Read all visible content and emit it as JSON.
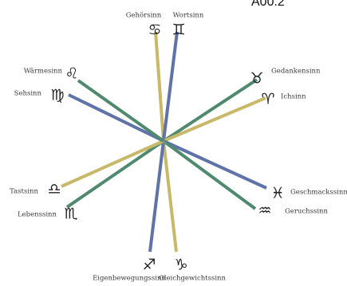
{
  "page_ref": "A00.2",
  "colors": {
    "green": "#4f8a6f",
    "blue": "#5f73a8",
    "olive": "#c8b96a"
  },
  "senses": [
    {
      "key": "gehoersinn",
      "label": "Gehörsinn",
      "sign": "♋",
      "sign_icon": "cancer-icon",
      "color": "olive"
    },
    {
      "key": "wortsinn",
      "label": "Wortsinn",
      "sign": "♊",
      "sign_icon": "gemini-icon",
      "color": "blue"
    },
    {
      "key": "gedankensinn",
      "label": "Gedankensinn",
      "sign": "♉",
      "sign_icon": "taurus-icon",
      "color": "green"
    },
    {
      "key": "ichsinn",
      "label": "Ichsinn",
      "sign": "♈",
      "sign_icon": "aries-icon",
      "color": "olive"
    },
    {
      "key": "geschmackssinn",
      "label": "Geschmackssinn",
      "sign": "♓",
      "sign_icon": "pisces-icon",
      "color": "blue"
    },
    {
      "key": "geruchssinn",
      "label": "Geruchssinn",
      "sign": "♒",
      "sign_icon": "aquarius-icon",
      "color": "green"
    },
    {
      "key": "gleichgewichtssinn",
      "label": "Gleichgewichtssinn",
      "sign": "♑",
      "sign_icon": "capricorn-icon",
      "color": "olive"
    },
    {
      "key": "eigenbewegungssinn",
      "label": "Eigenbewegungssinn",
      "sign": "♐",
      "sign_icon": "sagittarius-icon",
      "color": "blue"
    },
    {
      "key": "lebenssinn",
      "label": "Lebenssinn",
      "sign": "♏",
      "sign_icon": "scorpio-icon",
      "color": "green"
    },
    {
      "key": "tastsinn",
      "label": "Tastsinn",
      "sign": "♎",
      "sign_icon": "libra-icon",
      "color": "olive"
    },
    {
      "key": "sehsinn",
      "label": "Sehsinn",
      "sign": "♍",
      "sign_icon": "virgo-icon",
      "color": "blue"
    },
    {
      "key": "waermesinn",
      "label": "Wärmesinn",
      "sign": "♌",
      "sign_icon": "leo-icon",
      "color": "green"
    }
  ]
}
